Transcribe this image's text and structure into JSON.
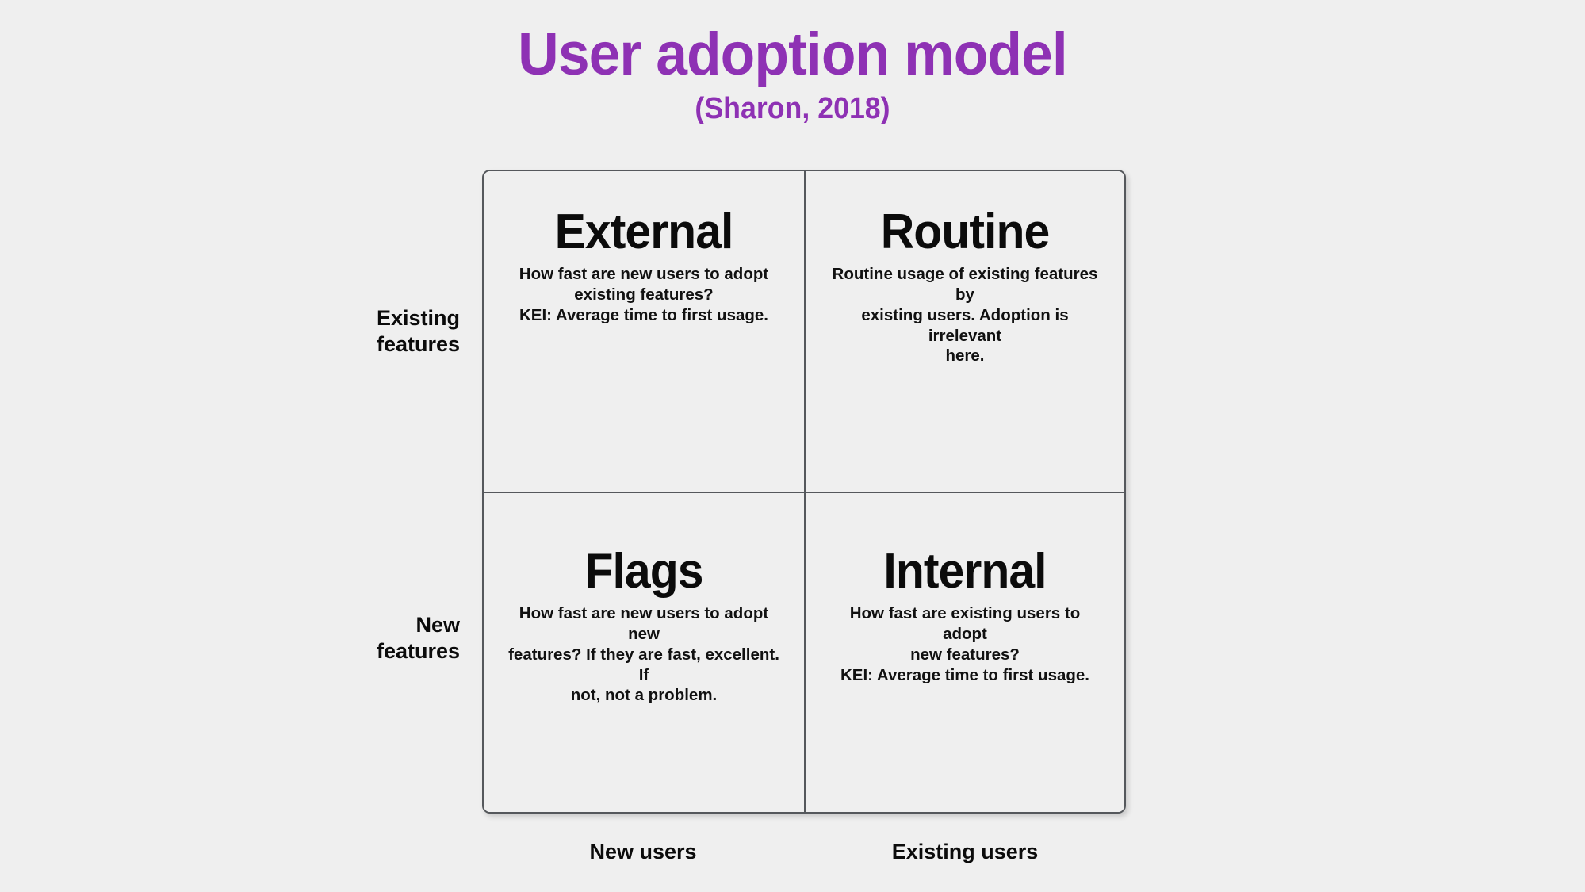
{
  "title": "User adoption model",
  "subtitle": "(Sharon, 2018)",
  "colors": {
    "title": "#8e31b4",
    "background": "#efefef",
    "border": "#55585c",
    "text": "#0b0b0b"
  },
  "chart_data": {
    "type": "table",
    "title": "User adoption model",
    "subtitle": "(Sharon, 2018)",
    "xlabel": "",
    "ylabel": "",
    "columns": [
      "New users",
      "Existing users"
    ],
    "rows": [
      "Existing features",
      "New features"
    ],
    "cells": [
      {
        "row": "Existing features",
        "column": "New users",
        "heading": "External",
        "lines": [
          "How fast are new users to adopt",
          "existing features?",
          "KEI: Average time to first usage."
        ]
      },
      {
        "row": "Existing features",
        "column": "Existing users",
        "heading": "Routine",
        "lines": [
          "Routine usage of existing features by",
          "existing users. Adoption is irrelevant",
          "here."
        ]
      },
      {
        "row": "New features",
        "column": "New users",
        "heading": "Flags",
        "lines": [
          "How fast are new users to adopt new",
          "features? If they are fast, excellent. If",
          "not, not a problem."
        ]
      },
      {
        "row": "New features",
        "column": "Existing users",
        "heading": "Internal",
        "lines": [
          "How fast are existing users to adopt",
          "new features?",
          "KEI: Average time to first usage."
        ]
      }
    ]
  },
  "axes": {
    "y": [
      {
        "line1": "Existing",
        "line2": "features"
      },
      {
        "line1": "New",
        "line2": "features"
      }
    ],
    "x": [
      {
        "label": "New users"
      },
      {
        "label": "Existing users"
      }
    ]
  }
}
